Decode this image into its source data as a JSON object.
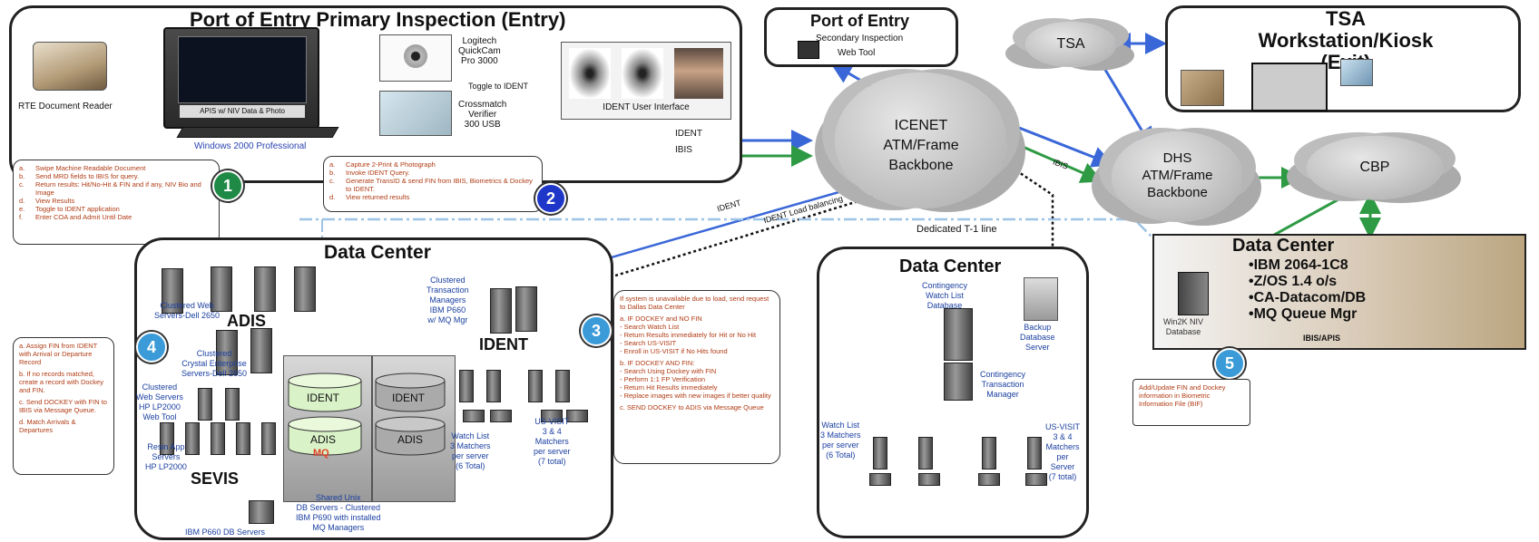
{
  "top_left": {
    "title": "Port of Entry  Primary Inspection (Entry)",
    "rte_reader": "RTE Document Reader",
    "monitor_caption": "APIS w/ NIV Data & Photo",
    "os_label": "Windows 2000 Professional",
    "logitech": "Logitech\nQuickCam\nPro 3000",
    "crossmatch": "Crossmatch\nVerifier\n300 USB",
    "toggle": "Toggle to IDENT",
    "ident_ui": "IDENT User Interface",
    "link_ident": "IDENT",
    "link_ibis": "IBIS"
  },
  "note1": {
    "items": [
      {
        "k": "a.",
        "t": "Swipe Machine Readable Document"
      },
      {
        "k": "b.",
        "t": "Send MRD fields to IBIS for query."
      },
      {
        "k": "c.",
        "t": "Return results: Hit/No-Hit & FIN and if any, NIV Bio and Image"
      },
      {
        "k": "d.",
        "t": "View Results"
      },
      {
        "k": "e.",
        "t": "Toggle to IDENT application"
      },
      {
        "k": "f.",
        "t": "Enter COA and Admit Until Date"
      }
    ]
  },
  "note2": {
    "items": [
      {
        "k": "a.",
        "t": "Capture 2-Print & Photograph"
      },
      {
        "k": "b.",
        "t": "Invoke IDENT Query."
      },
      {
        "k": "c.",
        "t": "Generate TransID & send FIN from IBIS, Biometrics & Dockey to IDENT."
      },
      {
        "k": "d.",
        "t": "View returned results"
      }
    ]
  },
  "badges": [
    "1",
    "2",
    "3",
    "4",
    "5"
  ],
  "secondary": {
    "title": "Port of Entry",
    "subtitle": "Secondary Inspection",
    "tool": "Web Tool"
  },
  "tsa": {
    "cloud": "TSA",
    "title": "TSA\nWorkstation/Kiosk\n(Exit)"
  },
  "icenet": {
    "text": "ICENET\nATM/Frame\nBackbone"
  },
  "dhs": {
    "text": "DHS\nATM/Frame\nBackbone"
  },
  "cbp": {
    "text": "CBP"
  },
  "links": {
    "ibis_dhs": "IBIS",
    "ident_dc": "IDENT",
    "ident_lb": "IDENT Load balancing",
    "t1": "Dedicated T-1 line"
  },
  "dc_main": {
    "title": "Data Center",
    "clustered_web": "Clustered Web\nServers-Dell 2650",
    "adis": "ADIS",
    "crystal": "Clustered\nCrystal Enterprise\nServers-Dell 2650",
    "clustered_web2": "Clustered\nWeb Servers\nHP LP2000\nWeb Tool",
    "resin": "Resin App\nServers\nHP LP2000",
    "sevis": "SEVIS",
    "ibm_p660": "IBM P660 DB Servers",
    "ctm": "Clustered\nTransaction\nManagers\nIBM P660\nw/ MQ Mgr",
    "ident": "IDENT",
    "db_ident1": "IDENT",
    "db_adis1": "ADIS",
    "db_mq": "MQ",
    "db_ident2": "IDENT",
    "db_adis2": "ADIS",
    "shared_unix": "Shared Unix\nDB Servers - Clustered\nIBM P690 with installed\nMQ Managers",
    "watch_list": "Watch List\n3 Matchers\nper server\n(6 Total)",
    "usvisit": "US-VISIT\n3 & 4\nMatchers\nper server\n(7 total)"
  },
  "note3": {
    "lines": [
      "If system is unavailable due to load, send request to Dallas Data Center",
      "",
      "a. IF DOCKEY and NO FIN",
      "- Search Watch List",
      "- Return Results immediately for Hit or No Hit",
      "- Search US-VISIT",
      "- Enroll in US-VISIT if No Hits found",
      "",
      "b. IF DOCKEY AND FIN:",
      "- Search Using Dockey with FIN",
      "- Perform 1:1 FP Verification",
      "- Return Hit Results immediately",
      "- Replace images with new images if better quality",
      "",
      "c. SEND DOCKEY to ADIS via Message Queue"
    ]
  },
  "note4": {
    "lines": [
      "a. Assign FIN from IDENT with Arrival or Departure Record",
      "",
      "b. If no records matched, create a record with Dockey and FIN.",
      "",
      "c. Send DOCKEY with FIN to IBIS via Message Queue.",
      "",
      "d. Match Arrivals & Departures"
    ]
  },
  "dc_right": {
    "title": "Data Center",
    "cwl": "Contingency\nWatch List\nDatabase",
    "backup": "Backup\nDatabase\nServer",
    "ctm": "Contingency\nTransaction\nManager",
    "watch_list": "Watch List\n3 Matchers\nper server\n(6 Total)",
    "usvisit": "US-VISIT\n3 & 4\nMatchers\nper\nServer\n(7 total)"
  },
  "dc_ibis": {
    "title": "Data Center",
    "specs": [
      "•IBM  2064-1C8",
      "•Z/OS 1.4 o/s",
      "•CA-Datacom/DB",
      "•MQ Queue Mgr"
    ],
    "win2k": "Win2K NIV\nDatabase",
    "footer": "IBIS/APIS"
  },
  "note5": {
    "text": "Add/Update FIN and Dockey information in Biometric Information File (BIF)"
  },
  "colors": {
    "blue": "#3a67d8",
    "green": "#2e9a44",
    "badge_green": "#1f8a45",
    "badge_blue": "#1f37c9",
    "badge_cyan": "#3a9bd8",
    "note_red": "#b03b14"
  }
}
